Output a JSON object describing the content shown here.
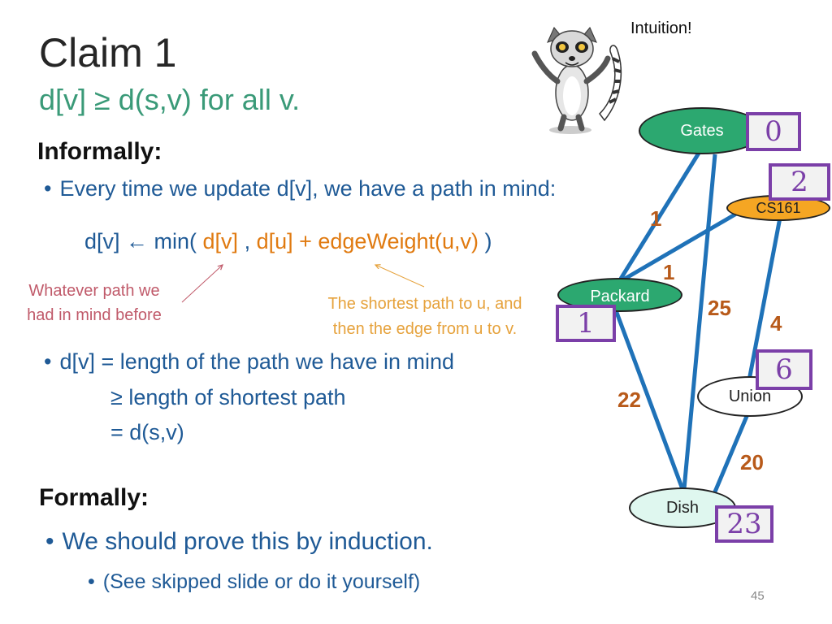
{
  "slide": {
    "title": "Claim 1",
    "subtitle": "d[v] ≥ d(s,v) for all v.",
    "intuition": "Intuition!",
    "page_number": "45"
  },
  "informal": {
    "heading": "Informally:",
    "bullet1": "Every time we update d[v], we have a path in mind:",
    "formula_prefix": "d[v] ← min( ",
    "formula_dv": "d[v]",
    "formula_sep": " , ",
    "formula_du": "d[u] + edgeWeight(u,v)",
    "formula_close": " )",
    "annotation_left_line1": "Whatever path we",
    "annotation_left_line2": "had in mind before",
    "annotation_right_line1": "The shortest path to u, and",
    "annotation_right_line2": "then the edge from u to v.",
    "bullet2": "d[v] = length of the path we have in mind",
    "ineq_line": "≥  length of shortest path",
    "eq_line": "= d(s,v)"
  },
  "formal": {
    "heading": "Formally:",
    "bullet1": "We should prove this by induction.",
    "bullet2": "(See skipped slide or do it yourself)"
  },
  "graph": {
    "nodes": {
      "gates": {
        "label": "Gates",
        "dist": "0",
        "fill": "#2ca870"
      },
      "cs161": {
        "label": "CS161",
        "dist": "2",
        "fill": "#f5a623"
      },
      "packard": {
        "label": "Packard",
        "dist": "1",
        "fill": "#2ca870"
      },
      "union": {
        "label": "Union",
        "dist": "6",
        "fill": "#ffffff"
      },
      "dish": {
        "label": "Dish",
        "dist": "23",
        "fill": "#dff7ef"
      }
    },
    "weights": {
      "gates_packard": "1",
      "cs161_packard": "1",
      "gates_dish": "25",
      "cs161_union": "4",
      "packard_dish": "22",
      "union_dish": "20"
    },
    "edge_color": "#1f72b8"
  }
}
